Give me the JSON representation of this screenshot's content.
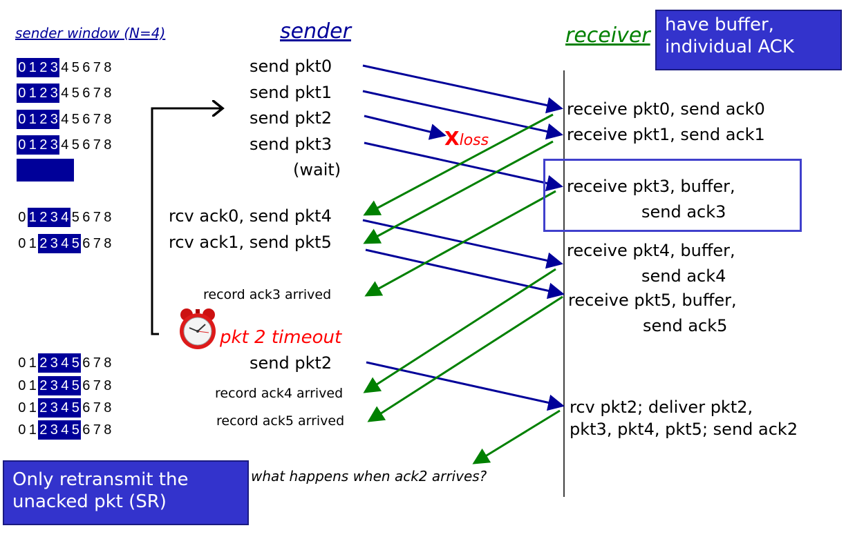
{
  "headers": {
    "sender_window": "sender window (N=4)",
    "sender": "sender",
    "receiver": "receiver"
  },
  "callouts": {
    "top_right": [
      "have buffer,",
      "individual ACK"
    ],
    "bottom_left": [
      "Only retransmit the",
      "unacked pkt (SR)"
    ]
  },
  "window_rows": [
    {
      "window_start": 0,
      "window_end": 3
    },
    {
      "window_start": 0,
      "window_end": 3
    },
    {
      "window_start": 0,
      "window_end": 3
    },
    {
      "window_start": 0,
      "window_end": 3
    },
    {
      "window_start": 1,
      "window_end": 4
    },
    {
      "window_start": 2,
      "window_end": 5
    },
    {
      "window_start": 2,
      "window_end": 5
    },
    {
      "window_start": 2,
      "window_end": 5
    },
    {
      "window_start": 2,
      "window_end": 5
    },
    {
      "window_start": 2,
      "window_end": 5
    }
  ],
  "sequence_numbers": [
    "0",
    "1",
    "2",
    "3",
    "4",
    "5",
    "6",
    "7",
    "8"
  ],
  "sender_events": {
    "send_pkt0": "send  pkt0",
    "send_pkt1": "send  pkt1",
    "send_pkt2": "send  pkt2",
    "send_pkt3": "send  pkt3",
    "wait": "(wait)",
    "rcv_ack0": "rcv ack0, send pkt4",
    "rcv_ack1": "rcv ack1, send pkt5",
    "record_ack3": "record ack3 arrived",
    "timeout": "pkt 2 timeout",
    "resend_pkt2": "send  pkt2",
    "record_ack4": "record ack4 arrived",
    "record_ack5": "record ack5 arrived"
  },
  "loss_label": {
    "mark": "X",
    "text": "loss"
  },
  "receiver_events": {
    "recv_pkt0": "receive pkt0, send ack0",
    "recv_pkt1": "receive pkt1, send ack1",
    "recv_pkt3_a": "receive pkt3, buffer,",
    "recv_pkt3_b": "send ack3",
    "recv_pkt4_a": "receive pkt4, buffer,",
    "recv_pkt4_b": "send ack4",
    "recv_pkt5_a": "receive pkt5, buffer,",
    "recv_pkt5_b": "send ack5",
    "recv_pkt2_a": "rcv pkt2; deliver pkt2,",
    "recv_pkt2_b": "pkt3, pkt4, pkt5; send ack2"
  },
  "question": "what happens when ack2 arrives?",
  "colors": {
    "data_arrow": "#000099",
    "ack_arrow": "#008000",
    "loss": "#ff0000",
    "callout_bg": "#3333cc",
    "window_bg": "#000099"
  },
  "icons": {
    "timer": "alarm-clock-icon"
  }
}
